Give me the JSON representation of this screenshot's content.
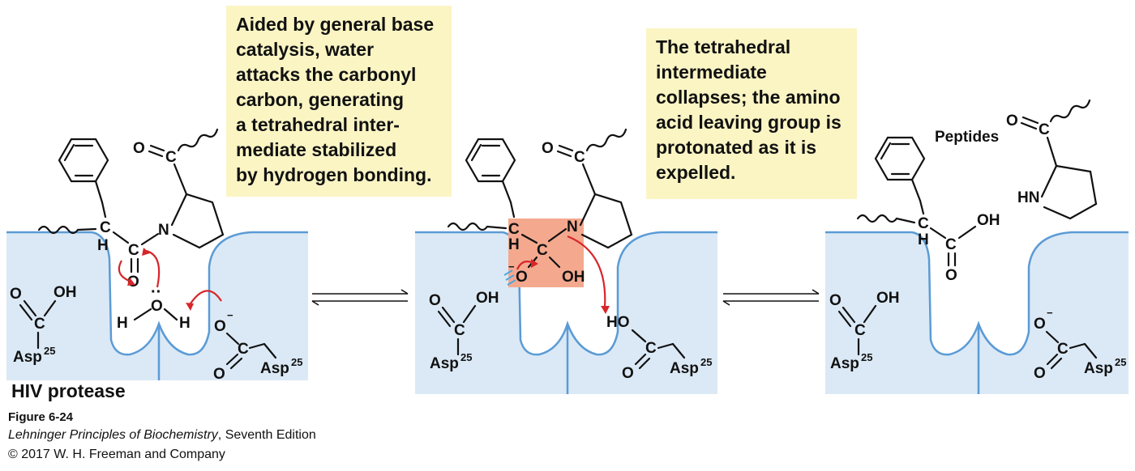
{
  "callouts": {
    "first": [
      "Aided by general base",
      "catalysis, water",
      "attacks the carbonyl",
      "carbon, generating",
      "a tetrahedral inter-",
      "mediate stabilized",
      "by hydrogen bonding."
    ],
    "second": [
      "The tetrahedral",
      "intermediate",
      "collapses; the amino",
      "acid leaving group is",
      "protonated as it is",
      "expelled."
    ]
  },
  "labels": {
    "enzyme": "HIV protease",
    "peptides": "Peptides",
    "asp_residue": "Asp",
    "asp_number": "25",
    "figure": "Figure 6-24",
    "book_title": "Lehninger Principles of Biochemistry",
    "book_edition": ", Seventh Edition",
    "copyright": "© 2017 W. H. Freeman and Company"
  },
  "atoms": {
    "oxygen": "O",
    "carbon": "C",
    "nitrogen": "N",
    "hydrogen": "H",
    "hydroxyl": "OH",
    "hydroxyl_left": "HO",
    "amine": "HN",
    "minus": "−",
    "lone_pair": "··"
  },
  "colors": {
    "enzyme_fill": "#dbe9f6",
    "enzyme_edge": "#5b9bd5",
    "callout_fill": "#fbf5c4",
    "arrow_red": "#d7262b",
    "intermediate_box": "#f4a98e",
    "hbond": "#4ea8de"
  }
}
